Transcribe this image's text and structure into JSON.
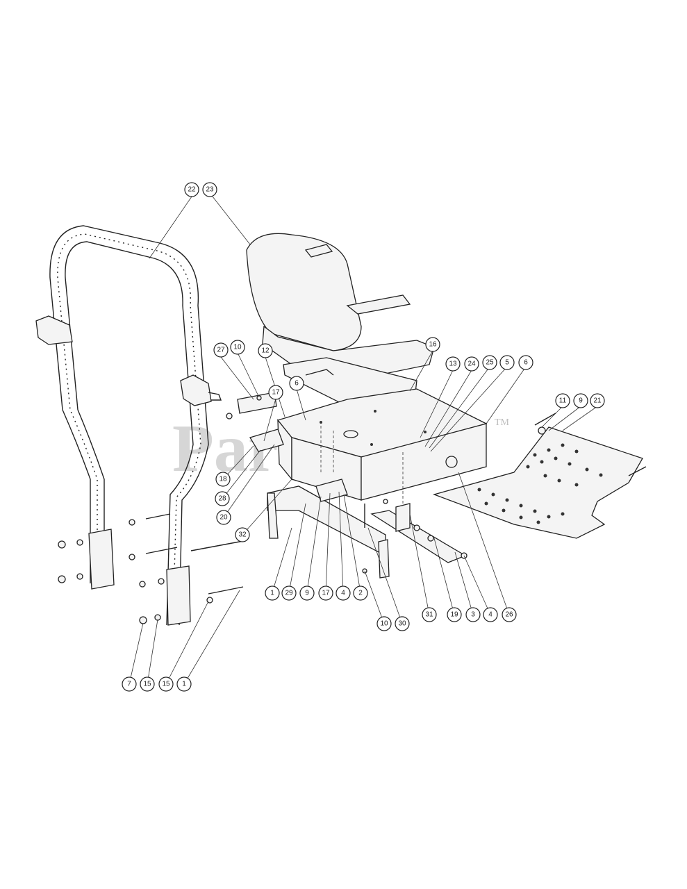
{
  "watermark": {
    "text": "PartsTree",
    "tm": "TM",
    "color": "#c8c8c8"
  },
  "callouts": [
    {
      "id": "c-22",
      "label": "22"
    },
    {
      "id": "c-23",
      "label": "23"
    },
    {
      "id": "c-27",
      "label": "27"
    },
    {
      "id": "c-10",
      "label": "10"
    },
    {
      "id": "c-12",
      "label": "12"
    },
    {
      "id": "c-16",
      "label": "16"
    },
    {
      "id": "c-13",
      "label": "13"
    },
    {
      "id": "c-24",
      "label": "24"
    },
    {
      "id": "c-25",
      "label": "25"
    },
    {
      "id": "c-5",
      "label": "5"
    },
    {
      "id": "c-6a",
      "label": "6"
    },
    {
      "id": "c-6b",
      "label": "6"
    },
    {
      "id": "c-17a",
      "label": "17"
    },
    {
      "id": "c-11a",
      "label": "11"
    },
    {
      "id": "c-9a",
      "label": "9"
    },
    {
      "id": "c-21",
      "label": "21"
    },
    {
      "id": "c-18",
      "label": "18"
    },
    {
      "id": "c-28",
      "label": "28"
    },
    {
      "id": "c-20",
      "label": "20"
    },
    {
      "id": "c-32",
      "label": "32"
    },
    {
      "id": "c-1a",
      "label": "1"
    },
    {
      "id": "c-29",
      "label": "29"
    },
    {
      "id": "c-9b",
      "label": "9"
    },
    {
      "id": "c-17b",
      "label": "17"
    },
    {
      "id": "c-4a",
      "label": "4"
    },
    {
      "id": "c-2",
      "label": "2"
    },
    {
      "id": "c-10b",
      "label": "10"
    },
    {
      "id": "c-30",
      "label": "30"
    },
    {
      "id": "c-31",
      "label": "31"
    },
    {
      "id": "c-19",
      "label": "19"
    },
    {
      "id": "c-3",
      "label": "3"
    },
    {
      "id": "c-4b",
      "label": "4"
    },
    {
      "id": "c-26",
      "label": "26"
    },
    {
      "id": "c-7",
      "label": "7"
    },
    {
      "id": "c-15a",
      "label": "15"
    },
    {
      "id": "c-15b",
      "label": "15"
    },
    {
      "id": "c-1b",
      "label": "1"
    }
  ]
}
